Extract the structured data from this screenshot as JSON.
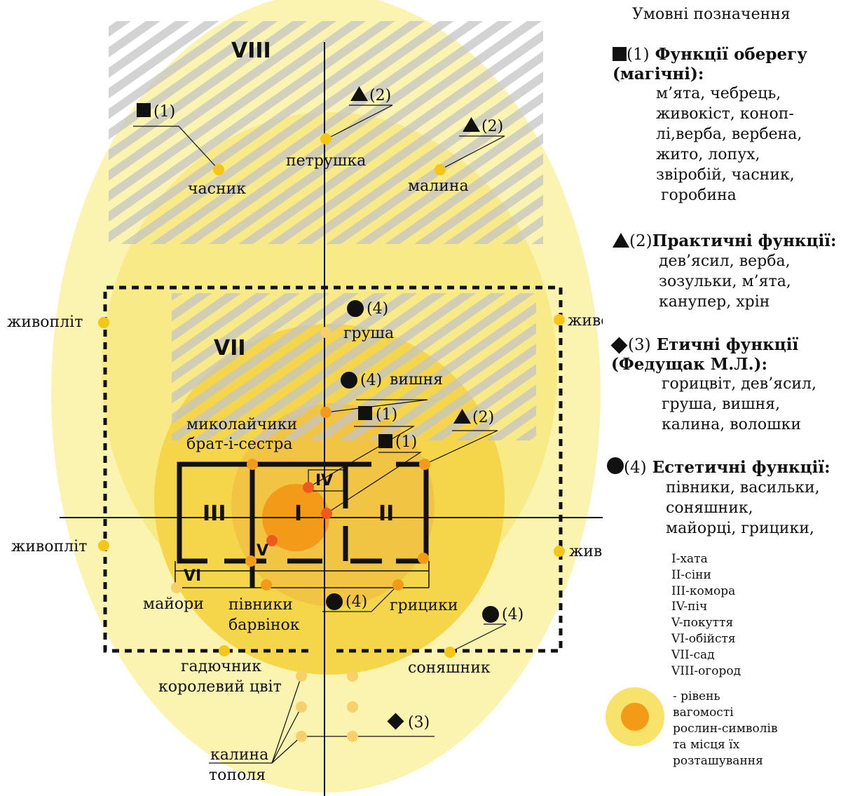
{
  "legend": {
    "title": "Умовні позначення",
    "groups": [
      {
        "symbol": "square-icon",
        "num": "(1)",
        "title": " Функції оберегу\n(магічні):",
        "body": "м’ята, чебрець,\nживокіст, коноп-\nлі,верба, вербена,\nжито, лопух,\nзвіробій, часник,\n горобина"
      },
      {
        "symbol": "triangle-icon",
        "num": "(2)",
        "title": "Практичні функції:",
        "body": "дев’ясил, верба,\nзозульки, м’ята,\nканупер, хрін"
      },
      {
        "symbol": "diamond-icon",
        "num": "(3)",
        "title": " Етичні функції\n(Федущак М.Л.):",
        "body": "горицвіт, дев’ясил,\nгруша, вишня,\nкалина, волошки"
      },
      {
        "symbol": "circle-icon",
        "num": "(4)",
        "title": " Естетичні функції:",
        "body": "півники, васильки,\nсоняшник,\nмайорці, грицики,"
      }
    ],
    "zones": [
      "I-хата",
      "II-сіни",
      "III-комора",
      "IV-піч",
      "V-покуття",
      "VI-обійстя",
      "VII-сад",
      "VIII-огород"
    ],
    "level_text": "- рівень\nвагомості\nрослин-символів\nта місця їх\nрозташування"
  },
  "diagram": {
    "zone_labels": {
      "z8": "VIII",
      "z7": "VII",
      "z1": "I",
      "z2": "II",
      "z3": "III",
      "z4": "IV",
      "z5": "V",
      "z6": "VI"
    },
    "plants": {
      "chasnyk": "часник",
      "petrushka": "петрушка",
      "malyna": "малина",
      "zhyvopl_tl": "живопліт",
      "zhyvopl_tr": "живопліт",
      "zhyvopl_bl": "живопліт",
      "zhyvopl_br": "живопліт",
      "grusha": "груша",
      "vyshnia": "вишня",
      "mykolaichyky1": "миколайчики",
      "mykolaichyky2": "брат-і-сестра",
      "maiory": "майори",
      "pivnyky1": "півники",
      "pivnyky2": "барвінок",
      "grytsyky": "грицики",
      "gadiuchnyk1": "гадючник",
      "gadiuchnyk2": "королевий цвіт",
      "soniashnyk": "соняшник",
      "kalyna": "калина",
      "topolia": "тополя"
    },
    "markers": {
      "m1": "(1)",
      "m2": "(2)",
      "m3": "(2)",
      "m4": "(4)",
      "m5": "(4)",
      "m6": "(1)",
      "m7": "(1)",
      "m8": "(2)",
      "m9": "(4)",
      "m10": "(4)",
      "m11": "(3)"
    }
  },
  "colors": {
    "pale_yellow": "#fbf3b0",
    "mid_yellow": "#f8ea86",
    "yellow": "#f5d64a",
    "deep_yellow": "#f2c444",
    "orange": "#f39a18",
    "red_orange": "#ee5a1e",
    "dot_yellow": "#f5c518",
    "hatch": "#c4c4c4"
  }
}
